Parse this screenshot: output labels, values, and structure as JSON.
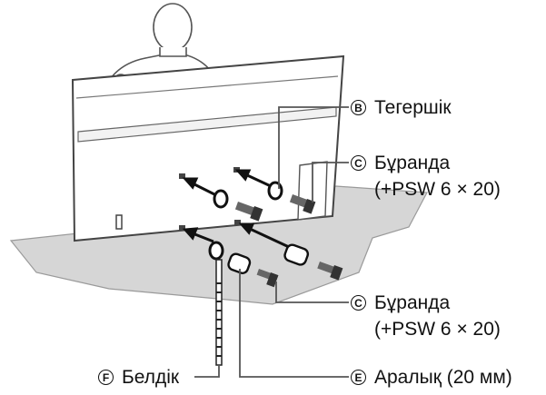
{
  "callouts": {
    "washer": {
      "badge": "B",
      "label": "Тегершік"
    },
    "screw_top": {
      "badge": "C",
      "label": "Бұранда",
      "spec": "(+PSW 6 × 20)"
    },
    "screw_bottom": {
      "badge": "C",
      "label": "Бұранда",
      "spec": "(+PSW 6 × 20)"
    },
    "belt": {
      "badge": "F",
      "label": "Белдік"
    },
    "spacer": {
      "badge": "E",
      "label": "Аралық (20 мм)"
    }
  },
  "icons": {
    "person": "person-holding-tv",
    "tv": "tv-back-panel",
    "cloth": "protective-cloth"
  }
}
